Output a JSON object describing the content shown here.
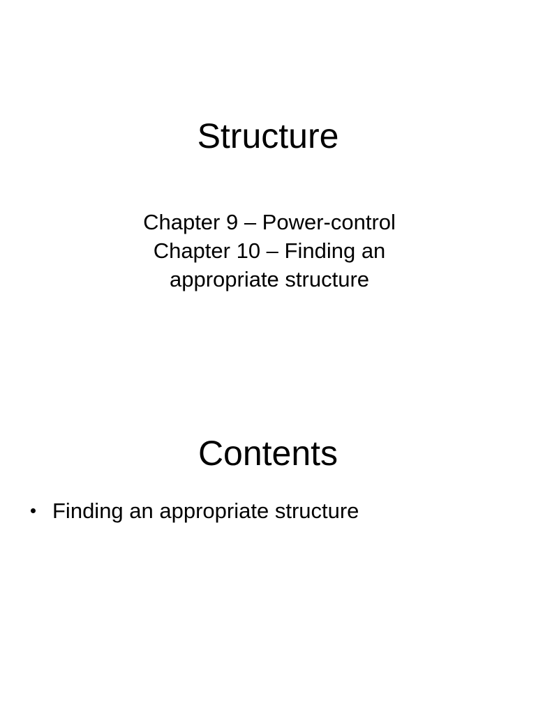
{
  "slide_title": {
    "text": "Structure"
  },
  "slide_subtitle": {
    "lines": [
      "Chapter 9 – Power-control",
      "Chapter 10 – Finding an",
      "appropriate structure"
    ]
  },
  "contents": {
    "heading": "Contents",
    "bullet_marker": "bullet-dot",
    "items": [
      "Finding an appropriate structure"
    ]
  },
  "colors": {
    "background": "#ffffff",
    "text": "#000000"
  }
}
